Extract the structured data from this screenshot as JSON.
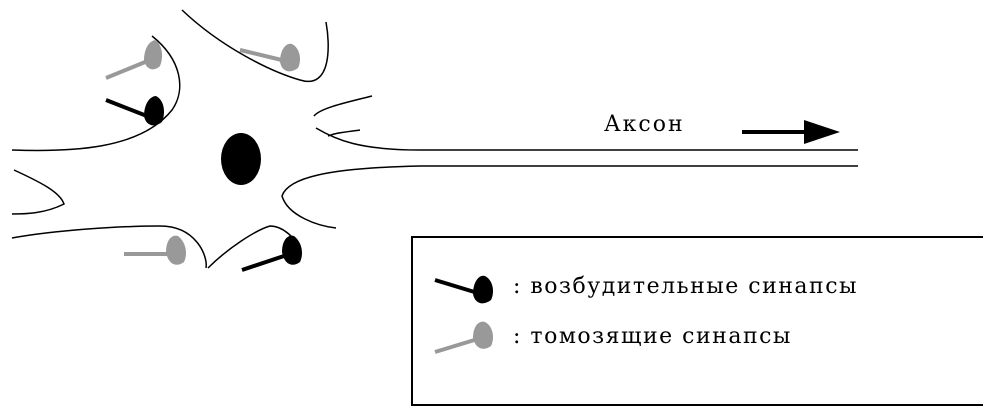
{
  "axon_label": "Аксон",
  "legend": {
    "excitatory": {
      "label": ": возбудительные синапсы",
      "color": "#000000"
    },
    "inhibitory": {
      "label": ": томозящие синапсы",
      "color": "#999999"
    }
  },
  "neuron": {
    "outline_color": "#000000",
    "nucleus_color": "#000000"
  },
  "synapses": [
    {
      "type": "inhibitory",
      "name": "synapse-upper-left"
    },
    {
      "type": "inhibitory",
      "name": "synapse-top"
    },
    {
      "type": "excitatory",
      "name": "synapse-left"
    },
    {
      "type": "inhibitory",
      "name": "synapse-bottom-left"
    },
    {
      "type": "excitatory",
      "name": "synapse-bottom"
    }
  ]
}
